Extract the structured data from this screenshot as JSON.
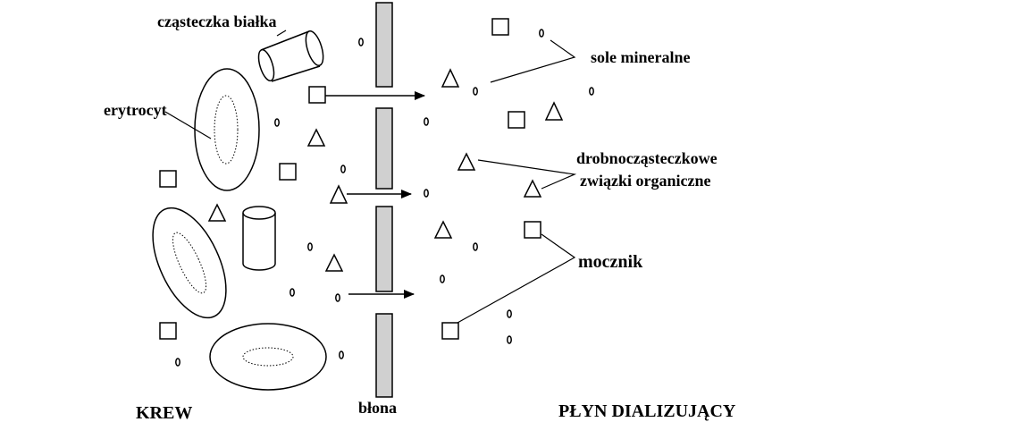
{
  "labels": {
    "protein": "cząsteczka białka",
    "erythrocyte": "erytrocyt",
    "salts": "sole mineralne",
    "organic_line1": "drobnocząsteczkowe",
    "organic_line2": "związki organiczne",
    "urea": "mocznik",
    "blood": "KREW",
    "membrane": "błona",
    "dialysate": "PŁYN DIALIZUJĄCY"
  }
}
